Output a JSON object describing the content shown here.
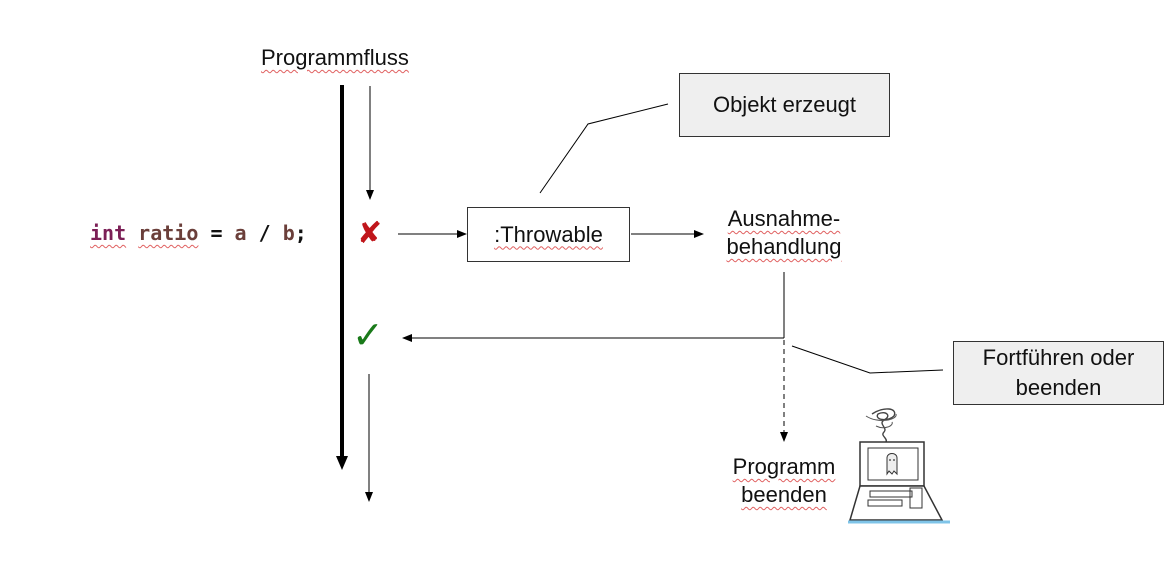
{
  "diagram": {
    "flow_title": "Programmfluss",
    "code": {
      "keyword": "int",
      "variable": "ratio",
      "equals": "=",
      "operand_a": "a",
      "operator": "/",
      "operand_b": "b",
      "terminator": ";"
    },
    "throwable_label": ":Throwable",
    "object_created_label": "Objekt erzeugt",
    "exception_handling_label": {
      "line1": "Ausnahme-",
      "line2": "behandlung"
    },
    "continue_or_end_label": {
      "line1": "Fortführen oder",
      "line2": "beenden"
    },
    "end_program_label": {
      "line1": "Programm",
      "line2": "beenden"
    },
    "error_mark": "✘",
    "ok_mark": "✓",
    "colors": {
      "error": "#c0161b",
      "ok": "#1a7a1a",
      "keyword": "#7b1f56",
      "variable": "#6b3f3a",
      "callout_fill": "#efefef"
    },
    "icon": "crashed-laptop-with-tornado-icon"
  }
}
